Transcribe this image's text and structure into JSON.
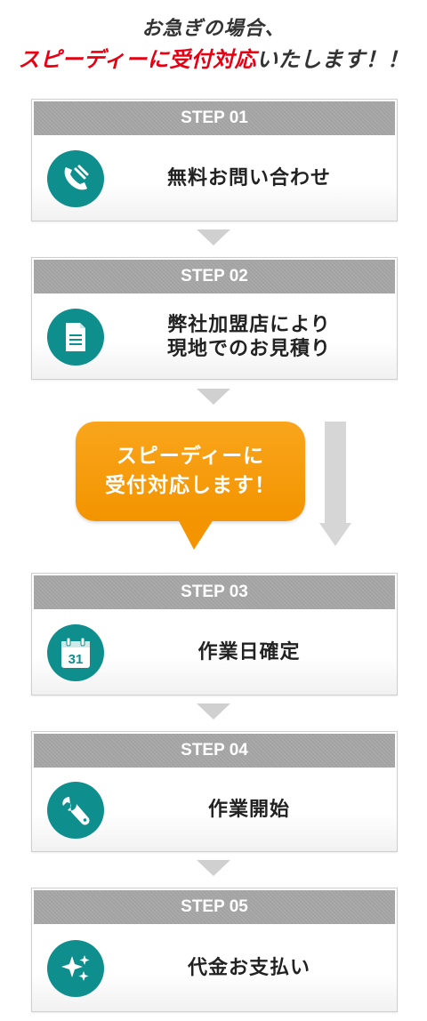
{
  "header": {
    "line1": "お急ぎの場合、",
    "line2_red": "スピーディーに受付対応",
    "line2_rest": "いたします！！"
  },
  "steps": [
    {
      "label": "STEP 01",
      "icon": "phone-icon",
      "text_lines": [
        "無料お問い合わせ"
      ]
    },
    {
      "label": "STEP 02",
      "icon": "document-icon",
      "text_lines": [
        "弊社加盟店により",
        "現地でのお見積り"
      ]
    },
    {
      "label": "STEP 03",
      "icon": "calendar-icon",
      "calendar_number": "31",
      "text_lines": [
        "作業日確定"
      ]
    },
    {
      "label": "STEP 04",
      "icon": "wrench-icon",
      "text_lines": [
        "作業開始"
      ]
    },
    {
      "label": "STEP 05",
      "icon": "sparkle-icon",
      "text_lines": [
        "代金お支払い"
      ]
    }
  ],
  "bubble": {
    "line1": "スピーディーに",
    "line2": "受付対応します！"
  },
  "colors": {
    "accent_red": "#e60012",
    "icon_teal": "#0f8e8e",
    "bubble_orange": "#f39400",
    "step_header_gray": "#a3a3a3"
  }
}
